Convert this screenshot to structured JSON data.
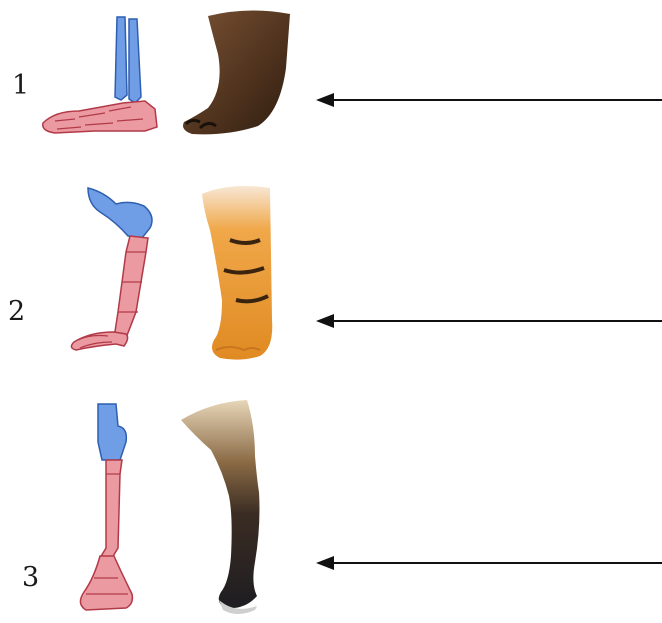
{
  "rows": [
    {
      "number": "1",
      "limb": "plantigrade"
    },
    {
      "number": "2",
      "limb": "digitigrade"
    },
    {
      "number": "3",
      "limb": "unguligrade"
    }
  ],
  "colors": {
    "upper_bone": "#6f9ee6",
    "lower_bone": "#ea9aa0",
    "bone_outline": "#b23a48",
    "upper_outline": "#2f5fb0",
    "bear_fur": "#5a3a22",
    "tiger_fur": "#e8962e",
    "deer_fur": "#8a6a45",
    "deer_leg": "#1e1d22",
    "arrow": "#111111"
  }
}
